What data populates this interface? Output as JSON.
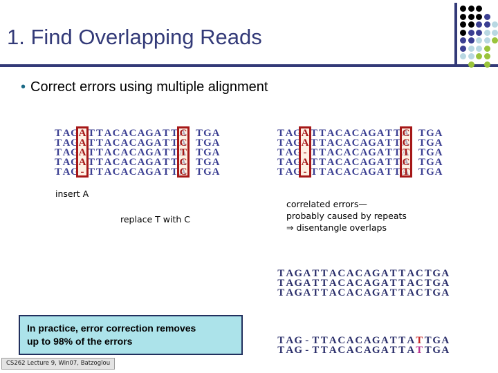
{
  "slide": {
    "title": "1. Find Overlapping Reads",
    "bullet_marker": "•",
    "bullet_text": "Correct errors using multiple alignment",
    "footer": "CS262 Lecture 9, Win07, Batzoglou"
  },
  "colors": {
    "title": "#333a78",
    "rule": "#333a78",
    "sequence": "#3b3f92",
    "highlight_border": "#a51717",
    "highlight_fill": "#fde9d3",
    "highlight_text": "#a51717",
    "bullet_marker": "#1a6a86",
    "callout_fill": "#ace3ea",
    "callout_border": "#21305e",
    "consensus": "#2b2f6b",
    "error_red": "#c42828",
    "error_magenta": "#b8318c"
  },
  "logo": {
    "name": "stanford-dot-grid-logo",
    "dots": [
      {
        "col": 0,
        "row": 0,
        "color": "#000000"
      },
      {
        "col": 1,
        "row": 0,
        "color": "#000000"
      },
      {
        "col": 2,
        "row": 0,
        "color": "#000000"
      },
      {
        "col": 0,
        "row": 1,
        "color": "#000000"
      },
      {
        "col": 1,
        "row": 1,
        "color": "#000000"
      },
      {
        "col": 2,
        "row": 1,
        "color": "#000000"
      },
      {
        "col": 3,
        "row": 1,
        "color": "#3b3f92"
      },
      {
        "col": 0,
        "row": 2,
        "color": "#000000"
      },
      {
        "col": 1,
        "row": 2,
        "color": "#000000"
      },
      {
        "col": 2,
        "row": 2,
        "color": "#3b3f92"
      },
      {
        "col": 3,
        "row": 2,
        "color": "#3b3f92"
      },
      {
        "col": 4,
        "row": 2,
        "color": "#b9d8e2"
      },
      {
        "col": 0,
        "row": 3,
        "color": "#000000"
      },
      {
        "col": 1,
        "row": 3,
        "color": "#3b3f92"
      },
      {
        "col": 2,
        "row": 3,
        "color": "#3b3f92"
      },
      {
        "col": 3,
        "row": 3,
        "color": "#b9d8e2"
      },
      {
        "col": 4,
        "row": 3,
        "color": "#b9d8e2"
      },
      {
        "col": 0,
        "row": 4,
        "color": "#3b3f92"
      },
      {
        "col": 1,
        "row": 4,
        "color": "#3b3f92"
      },
      {
        "col": 2,
        "row": 4,
        "color": "#b9d8e2"
      },
      {
        "col": 3,
        "row": 4,
        "color": "#b9d8e2"
      },
      {
        "col": 4,
        "row": 4,
        "color": "#9ac43c"
      },
      {
        "col": 0,
        "row": 5,
        "color": "#3b3f92"
      },
      {
        "col": 1,
        "row": 5,
        "color": "#b9d8e2"
      },
      {
        "col": 2,
        "row": 5,
        "color": "#b9d8e2"
      },
      {
        "col": 3,
        "row": 5,
        "color": "#9ac43c"
      },
      {
        "col": 0,
        "row": 6,
        "color": "#b9d8e2"
      },
      {
        "col": 1,
        "row": 6,
        "color": "#b9d8e2"
      },
      {
        "col": 2,
        "row": 6,
        "color": "#9ac43c"
      },
      {
        "col": 3,
        "row": 6,
        "color": "#9ac43c"
      },
      {
        "col": 1,
        "row": 7,
        "color": "#9ac43c"
      },
      {
        "col": 3,
        "row": 7,
        "color": "#9ac43c"
      }
    ]
  },
  "alignment_left": {
    "name": "multiple-alignment-insert-replace",
    "rows": [
      "TAGA TTACACAGATTAC TGA",
      "TAGA TTACACAGATTAC TGA",
      "TAGA TTACACAGATTAT TGA",
      "TAGA TTACACAGATTAC TGA",
      "TAG- TTACACAGATTAC TGA"
    ],
    "prefix": "TAG",
    "middle": "TTACACAGATTA",
    "suffix": "TGA",
    "highlight1_column_chars": [
      "A",
      "A",
      "A",
      "A",
      "-"
    ],
    "highlight2_column_chars": [
      "C",
      "C",
      "T",
      "C",
      "C"
    ]
  },
  "alignment_right": {
    "name": "multiple-alignment-correlated-errors",
    "rows": [
      "TAGA TTACACAGATTAC TGA",
      "TAGA TTACACAGATTAC TGA",
      "TAG- TTACACAGATTAT TGA",
      "TAGA TTACACAGATTAC TGA",
      "TAG- TTACACAGATTAT TGA"
    ],
    "prefix": "TAG",
    "middle": "TTACACAGATTA",
    "suffix": "TGA",
    "highlight1_column_chars": [
      "A",
      "A",
      "-",
      "A",
      "-"
    ],
    "highlight2_column_chars": [
      "C",
      "C",
      "T",
      "C",
      "T"
    ]
  },
  "annotations": {
    "insert_a": "insert A",
    "replace_t_with_c": "replace T with C",
    "correlated_line1": "correlated errors—",
    "correlated_line2": "probably caused by repeats",
    "correlated_line3": "⇒ disentangle overlaps"
  },
  "consensus_top": {
    "name": "corrected-consensus-reads",
    "rows": [
      "TAGATTACACAGATTACTGA",
      "TAGATTACACAGATTACTGA",
      "TAGATTACACAGATTACTGA"
    ]
  },
  "consensus_bottom": {
    "name": "uncorrected-variant-reads",
    "prefix": "TAG-TTACACAGATTA",
    "error_char": "T",
    "suffix": "TGA",
    "rows": [
      "TAG-TTACACAGATTATTGA",
      "TAG-TTACACAGATTATTGA"
    ],
    "error_colors": [
      "#c42828",
      "#b8318c"
    ]
  },
  "callout": {
    "line1": "In practice, error correction removes",
    "line2": "up to 98% of the errors"
  }
}
